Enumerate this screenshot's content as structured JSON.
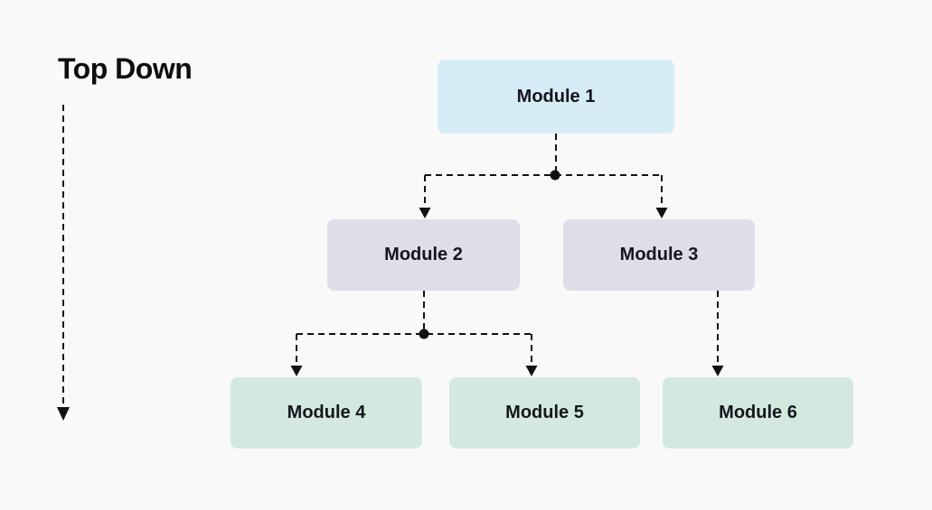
{
  "page": {
    "background_color": "#f9f9f9"
  },
  "diagram": {
    "title": "Top Down",
    "nodes": [
      {
        "id": "module-1",
        "label": "Module 1",
        "level": 1,
        "fill": "#d7edf6"
      },
      {
        "id": "module-2",
        "label": "Module 2",
        "level": 2,
        "fill": "#dedde8"
      },
      {
        "id": "module-3",
        "label": "Module 3",
        "level": 2,
        "fill": "#dedde8"
      },
      {
        "id": "module-4",
        "label": "Module 4",
        "level": 3,
        "fill": "#d3e9df"
      },
      {
        "id": "module-5",
        "label": "Module 5",
        "level": 3,
        "fill": "#d3e9df"
      },
      {
        "id": "module-6",
        "label": "Module 6",
        "level": 3,
        "fill": "#d3e9df"
      }
    ],
    "edges": [
      {
        "from": "Module 1",
        "to": "Module 2",
        "style": "dashed-arrow"
      },
      {
        "from": "Module 1",
        "to": "Module 3",
        "style": "dashed-arrow"
      },
      {
        "from": "Module 2",
        "to": "Module 4",
        "style": "dashed-arrow"
      },
      {
        "from": "Module 2",
        "to": "Module 5",
        "style": "dashed-arrow"
      },
      {
        "from": "Module 3",
        "to": "Module 6",
        "style": "dashed-arrow"
      }
    ],
    "direction_arrow": "top-to-bottom",
    "connector_color": "#111111",
    "text_color": "#15151e",
    "title_color": "#0d0d12"
  }
}
